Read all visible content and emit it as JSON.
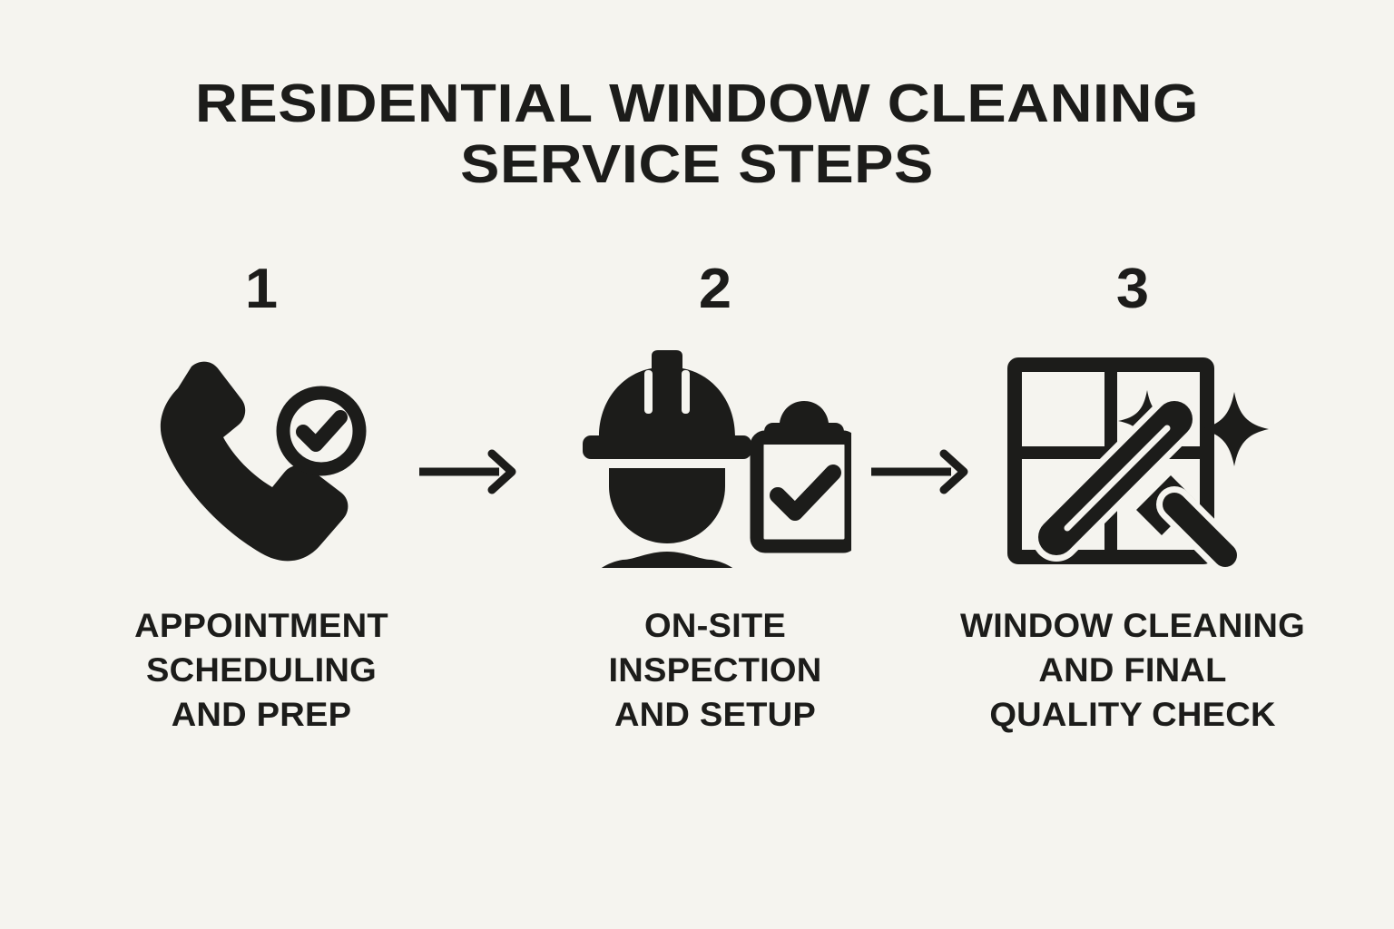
{
  "poster": {
    "background_color": "#f5f4ef",
    "ink_color": "#1c1c1a",
    "title": {
      "line1": "RESIDENTIAL WINDOW CLEANING",
      "line2": "SERVICE STEPS"
    }
  },
  "steps": [
    {
      "number": "1",
      "icon": "phone-check-icon",
      "caption_lines": [
        "APPOINTMENT",
        "SCHEDULING",
        "AND PREP"
      ]
    },
    {
      "number": "2",
      "icon": "worker-clipboard-icon",
      "caption_lines": [
        "ON-SITE",
        "INSPECTION",
        "AND SETUP"
      ]
    },
    {
      "number": "3",
      "icon": "window-squeegee-sparkle-icon",
      "caption_lines": [
        "WINDOW CLEANING",
        "AND FINAL",
        "QUALITY CHECK"
      ]
    }
  ],
  "connectors": [
    {
      "name": "arrow-step1-to-step2",
      "direction": "right"
    },
    {
      "name": "arrow-step2-to-step3",
      "direction": "right"
    }
  ]
}
